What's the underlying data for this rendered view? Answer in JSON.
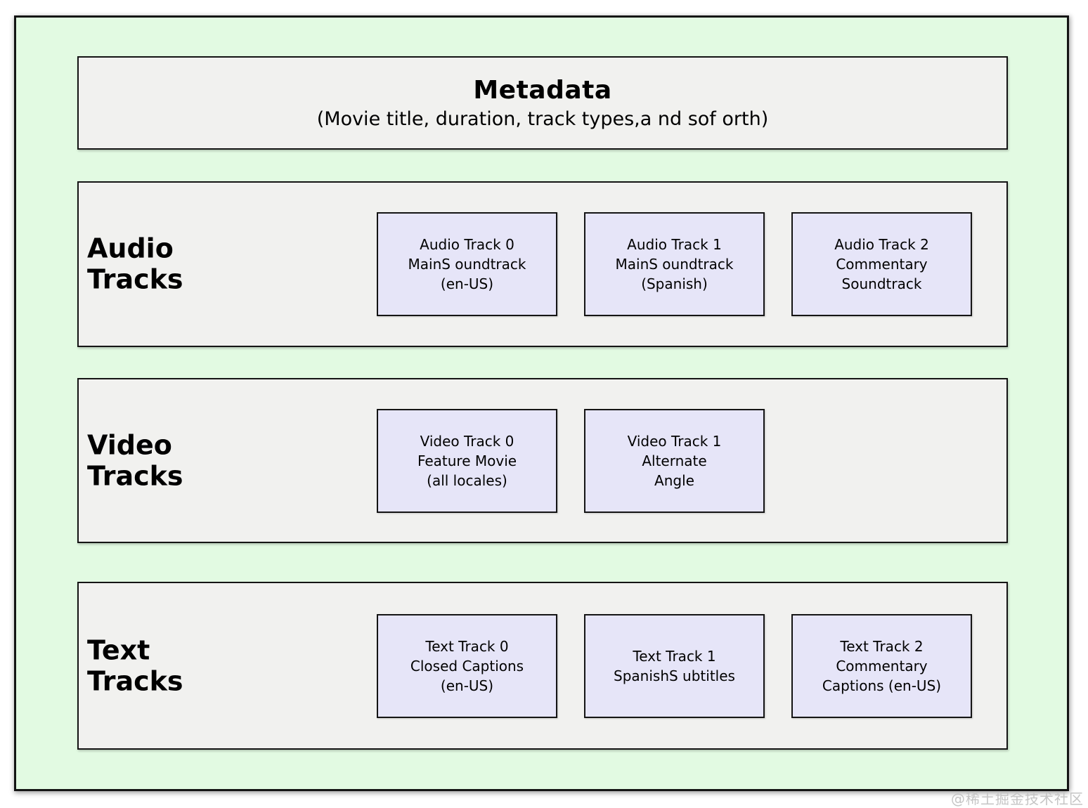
{
  "colors": {
    "frame_background": "#e2fae2",
    "section_background": "#f1f1ef",
    "track_background": "#e6e5f8",
    "border": "#141414",
    "watermark": "#c5c5c5"
  },
  "metadata_box": {
    "title": "Metadata",
    "subtitle": "(Movie title, duration, track types,a nd sof orth)"
  },
  "sections": [
    {
      "label": "Audio\nTracks",
      "tracks": [
        {
          "text": "Audio Track 0\nMainS oundtrack\n(en-US)"
        },
        {
          "text": "Audio Track 1\nMainS oundtrack\n(Spanish)"
        },
        {
          "text": "Audio Track 2\nCommentary\nSoundtrack"
        }
      ]
    },
    {
      "label": "Video\nTracks",
      "tracks": [
        {
          "text": "Video Track 0\nFeature Movie\n(all locales)"
        },
        {
          "text": "Video Track 1\nAlternate\nAngle"
        }
      ]
    },
    {
      "label": "Text\nTracks",
      "tracks": [
        {
          "text": "Text Track 0\nClosed Captions\n(en-US)"
        },
        {
          "text": "Text Track 1\nSpanishS ubtitles"
        },
        {
          "text": "Text Track 2\nCommentary\nCaptions (en-US)"
        }
      ]
    }
  ],
  "watermark": "@稀土掘金技术社区"
}
